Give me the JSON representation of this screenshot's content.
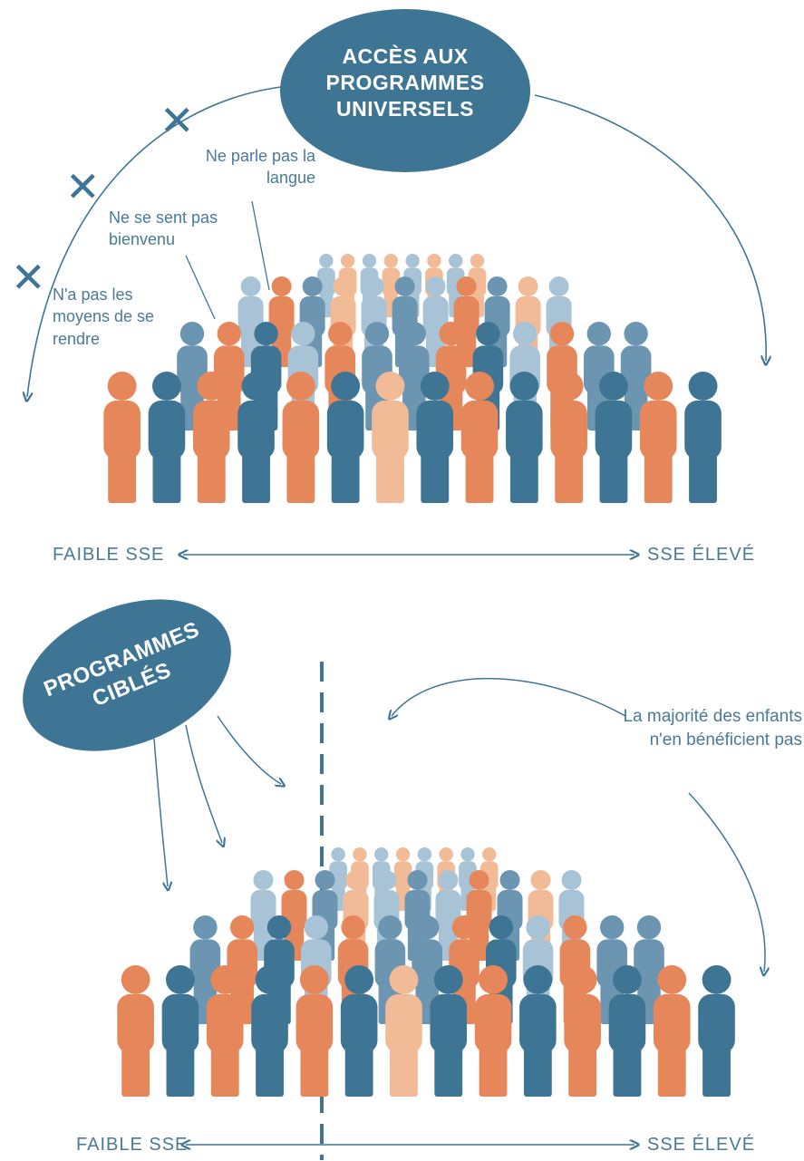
{
  "colors": {
    "dark_blue": "#3f7594",
    "mid_blue": "#6b95b0",
    "light_blue": "#a9c3d6",
    "orange": "#e6875b",
    "light_orange": "#f2bb98",
    "text_blue": "#4a7a96"
  },
  "top_panel": {
    "oval_title": "ACCÈS AUX PROGRAMMES UNIVERSELS",
    "barriers": [
      {
        "text": "Ne parle pas la langue",
        "icon": "x-icon"
      },
      {
        "text": "Ne se sent pas bienvenu",
        "icon": "x-icon"
      },
      {
        "text": "N'a pas les moyens de se rendre",
        "icon": "x-icon"
      }
    ],
    "axis_left": "FAIBLE SSE",
    "axis_right": "SSE ÉLEVÉ"
  },
  "bottom_panel": {
    "oval_title": "PROGRAMMES CIBLÉS",
    "note": "La majorité des enfants n'en bénéficient pas",
    "axis_left": "FAIBLE SSE",
    "axis_right": "SSE ÉLEVÉ"
  }
}
